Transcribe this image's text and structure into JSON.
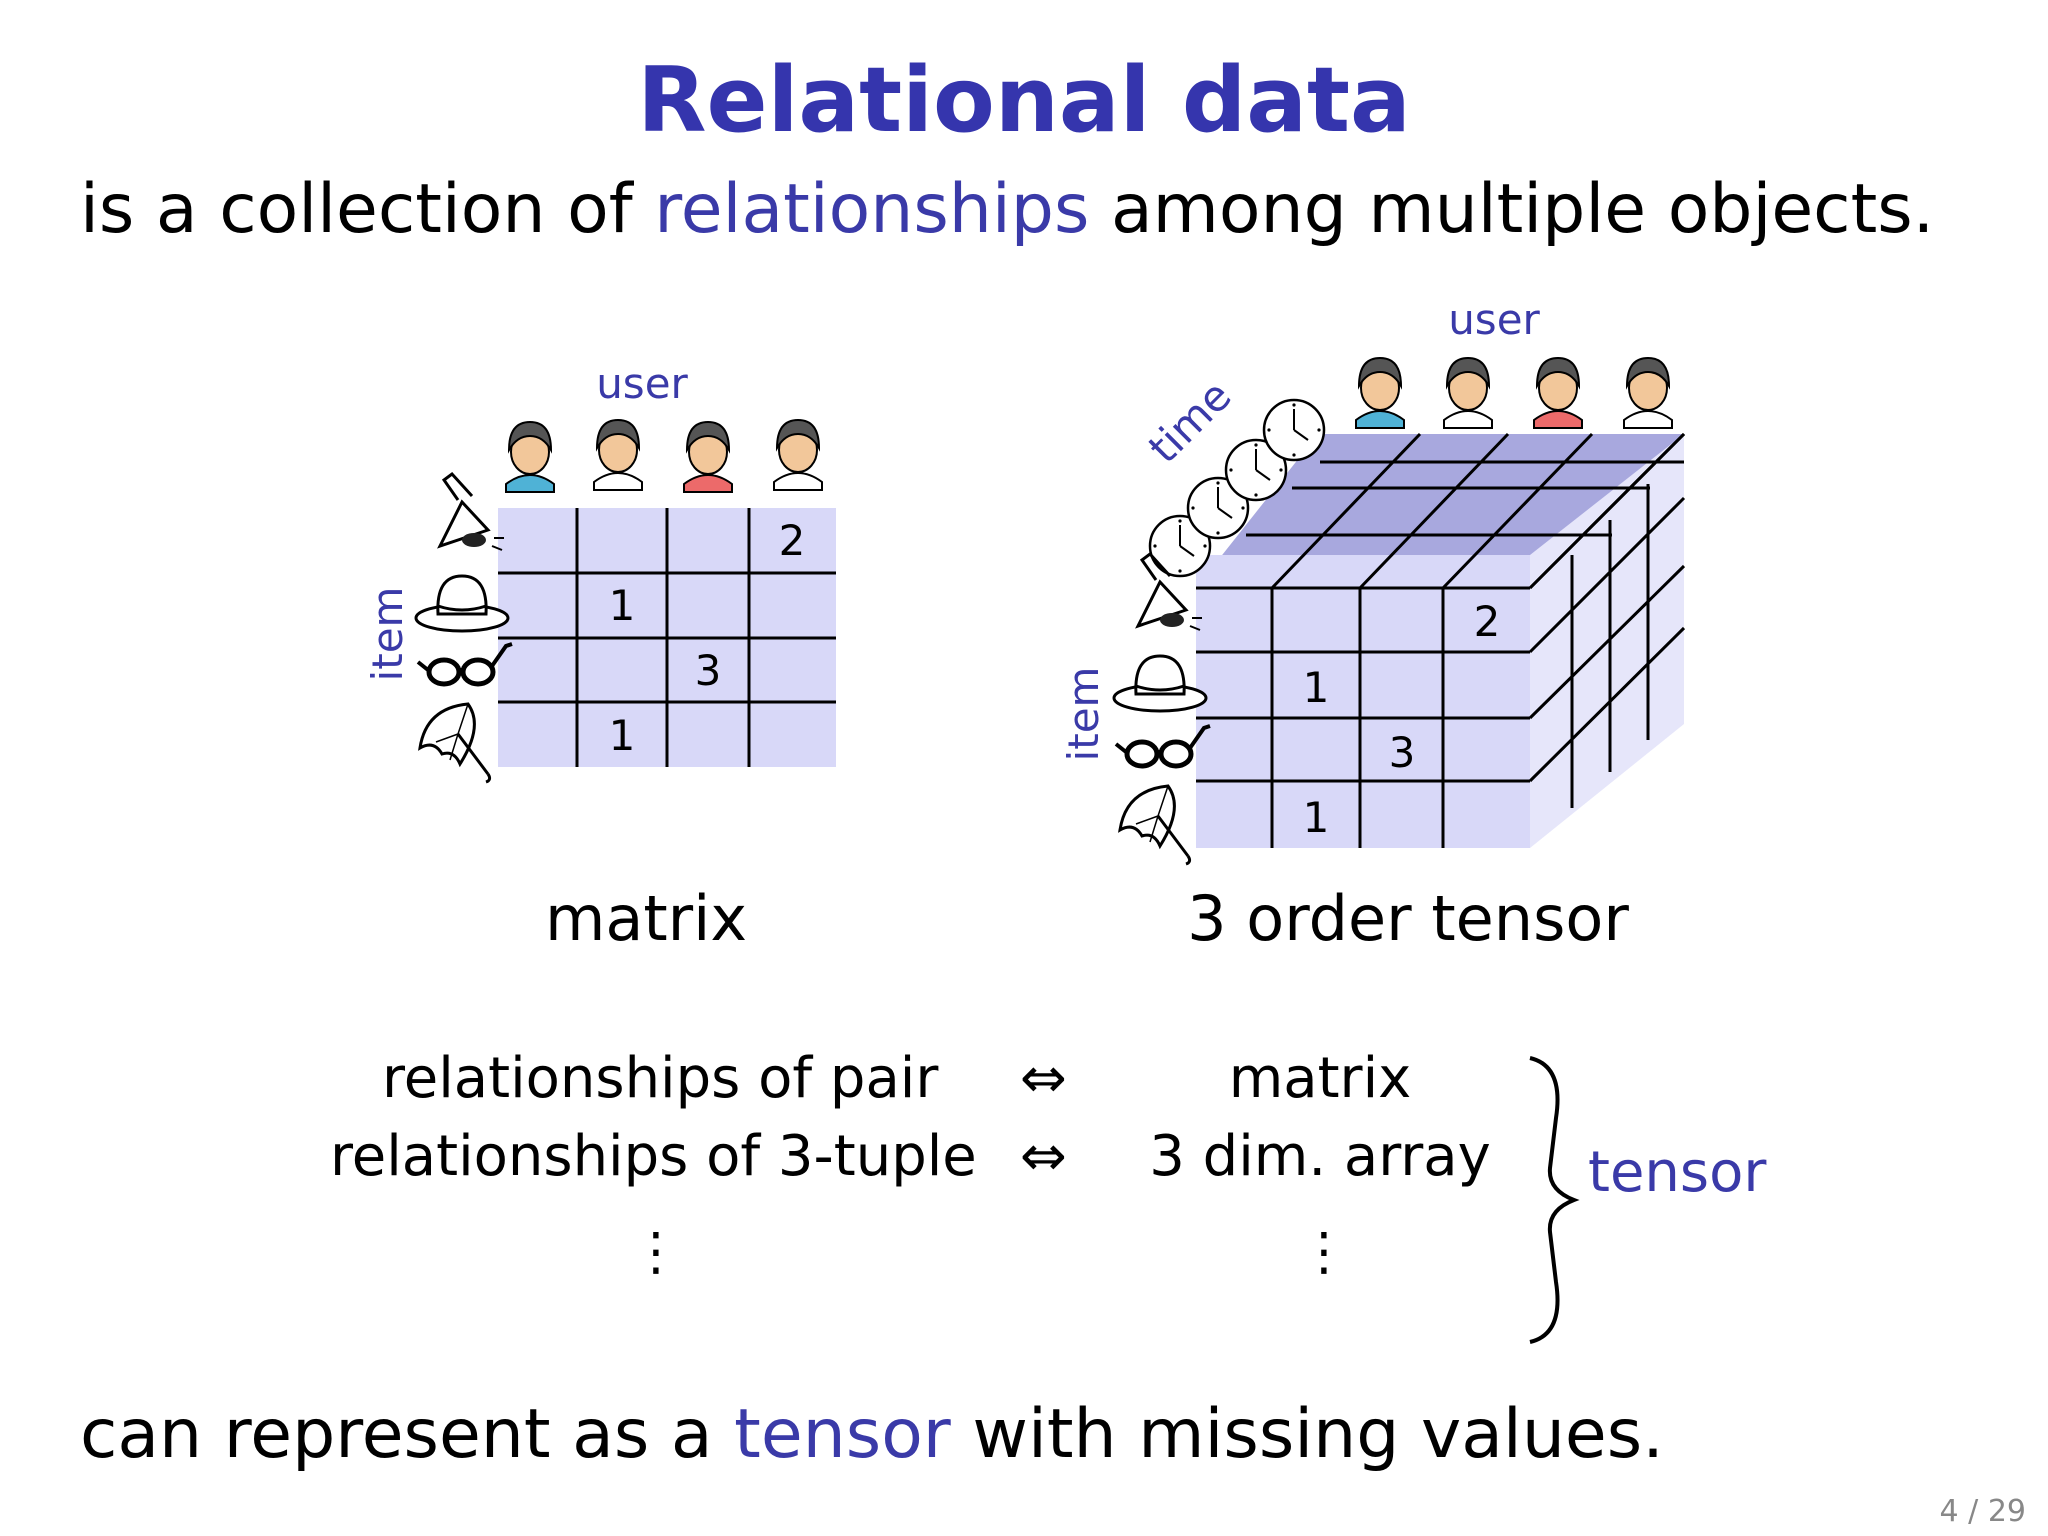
{
  "slide": {
    "title": "Relational data",
    "intro": {
      "prefix": "is a collection of ",
      "highlight": "relationships",
      "suffix": " among multiple objects."
    },
    "outro": {
      "prefix": "can represent as a ",
      "highlight": "tensor",
      "suffix": " with missing values."
    },
    "page": "4 / 29"
  },
  "matrix": {
    "axis_user": "user",
    "axis_item": "item",
    "caption": "matrix",
    "cells": [
      {
        "row": 0,
        "col": 3,
        "value": "2"
      },
      {
        "row": 1,
        "col": 1,
        "value": "1"
      },
      {
        "row": 2,
        "col": 2,
        "value": "3"
      },
      {
        "row": 3,
        "col": 1,
        "value": "1"
      }
    ]
  },
  "tensor": {
    "axis_user": "user",
    "axis_item": "item",
    "axis_time": "time",
    "caption": "3 order tensor",
    "cells": [
      {
        "row": 0,
        "col": 3,
        "value": "2"
      },
      {
        "row": 1,
        "col": 1,
        "value": "1"
      },
      {
        "row": 2,
        "col": 2,
        "value": "3"
      },
      {
        "row": 3,
        "col": 1,
        "value": "1"
      }
    ]
  },
  "relations": {
    "rows": [
      {
        "left": "relationships of pair",
        "arrow": "⇔",
        "right": "matrix"
      },
      {
        "left": "relationships of 3-tuple",
        "arrow": "⇔",
        "right": "3 dim. array"
      }
    ],
    "vdots": "⋮",
    "brace_label": "tensor"
  },
  "colors": {
    "title": "#3535ad",
    "accent": "#3a3aa8",
    "grid_fill": "#d8d8f8",
    "top_face": "#a8a8de",
    "side_face": "#e6e6fa"
  },
  "icons": [
    "user-avatar-icon",
    "lamp-icon",
    "hat-icon",
    "glasses-icon",
    "umbrella-icon",
    "clock-icon"
  ]
}
